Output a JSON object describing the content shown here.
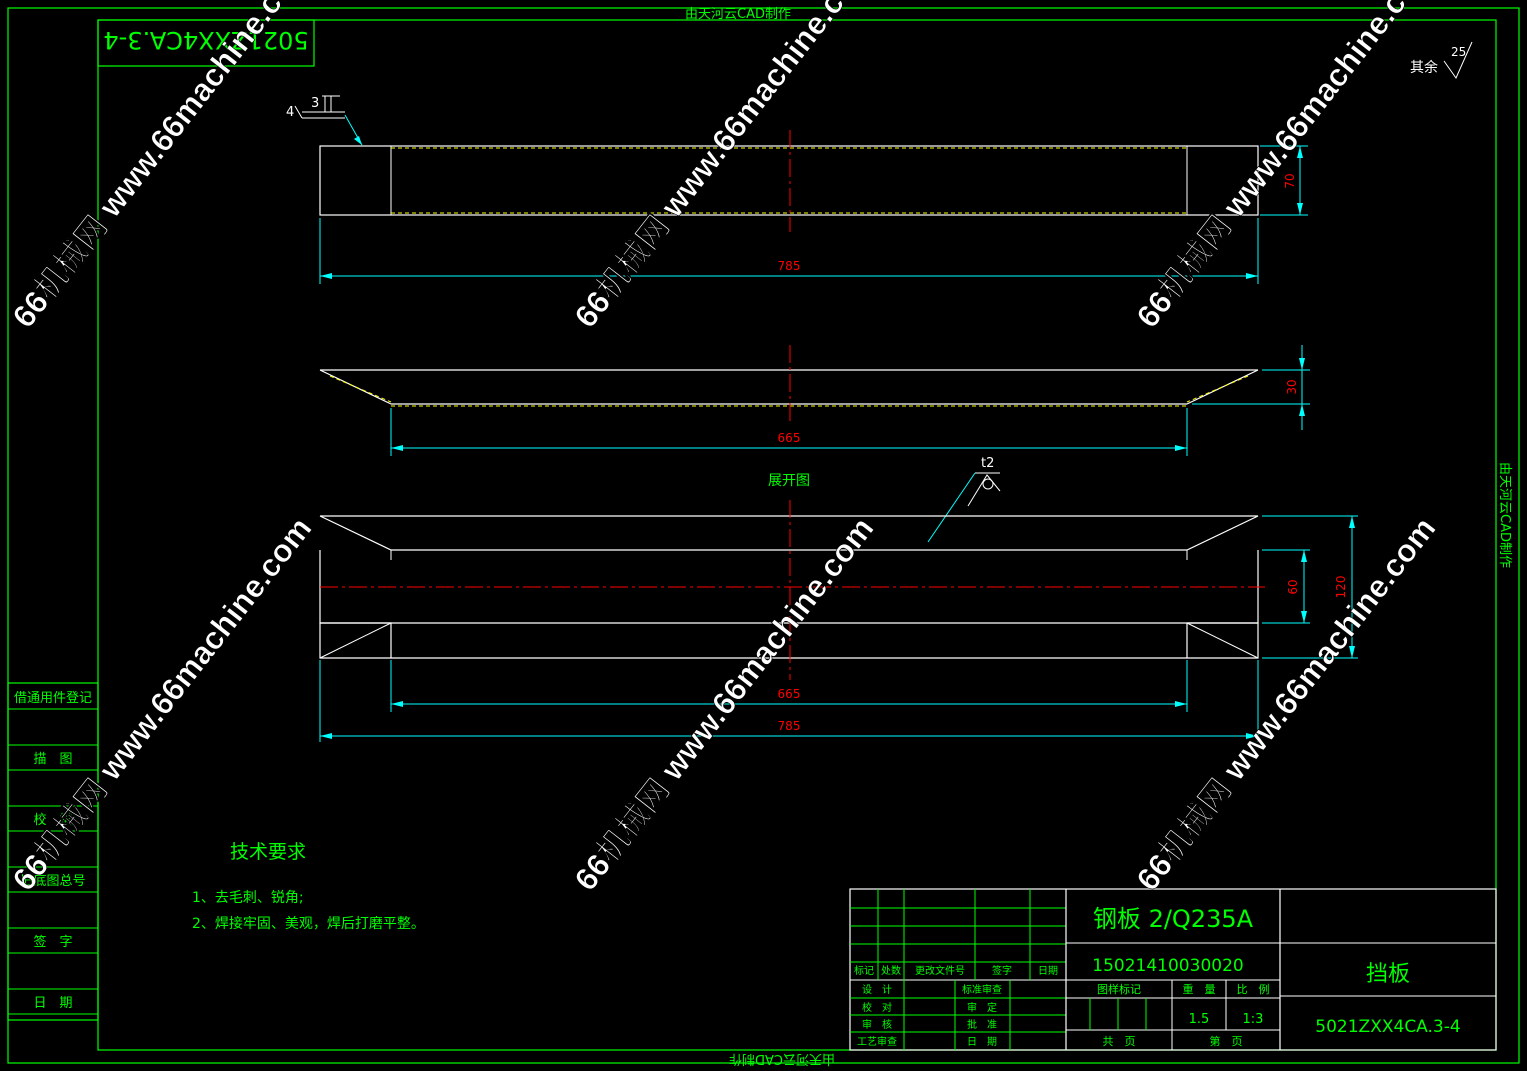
{
  "header": {
    "made_by": "由天河云CAD制作"
  },
  "stamp": {
    "code_mirrored": "5021ZXX4CA.3-4"
  },
  "weld": {
    "num_a": "4",
    "num_b": "3"
  },
  "roughness": {
    "text": "其余",
    "value": "25"
  },
  "views": {
    "top": {
      "dim_width": "785",
      "dim_height": "70"
    },
    "middle": {
      "dim_width": "665",
      "dim_height": "30"
    },
    "bottom": {
      "label": "展开图",
      "thickness": "t2",
      "dim_inner": "665",
      "dim_outer": "785",
      "dim_slot": "60",
      "dim_height": "120"
    }
  },
  "left_table": {
    "rows": [
      "借通用件登记",
      "描　图",
      "校　描",
      "旧底图总号",
      "签　字",
      "日　期"
    ]
  },
  "tech": {
    "title": "技术要求",
    "items": [
      "1、去毛刺、锐角;",
      "2、焊接牢固、美观，焊后打磨平整。"
    ]
  },
  "title_block": {
    "material": "钢板 2/Q235A",
    "part_no": "15021410030020",
    "part_name": "挡板",
    "drawing_no": "5021ZXX4CA.3-4",
    "rev_headers": [
      "标记",
      "处数",
      "更改文件号",
      "签字",
      "日期"
    ],
    "approval_left": [
      "设　计",
      "校　对",
      "审　核",
      "工艺审查"
    ],
    "approval_right": [
      "标准审查",
      "审　定",
      "批　准",
      "日　期"
    ],
    "stage_header": "图样标记",
    "weight_header": "重　量",
    "scale_header": "比　例",
    "weight": "1.5",
    "scale": "1:3",
    "sheets_total": "共　页",
    "sheet_no": "第　页"
  },
  "watermarks": [
    "66机械网 www.66machine.com"
  ],
  "colors": {
    "frame": "#00ff00",
    "geometry": "#ffffff",
    "dimension": "#00ffff",
    "centerline": "#ff0000",
    "hidden": "#ffff00",
    "text": "#00ff00"
  }
}
